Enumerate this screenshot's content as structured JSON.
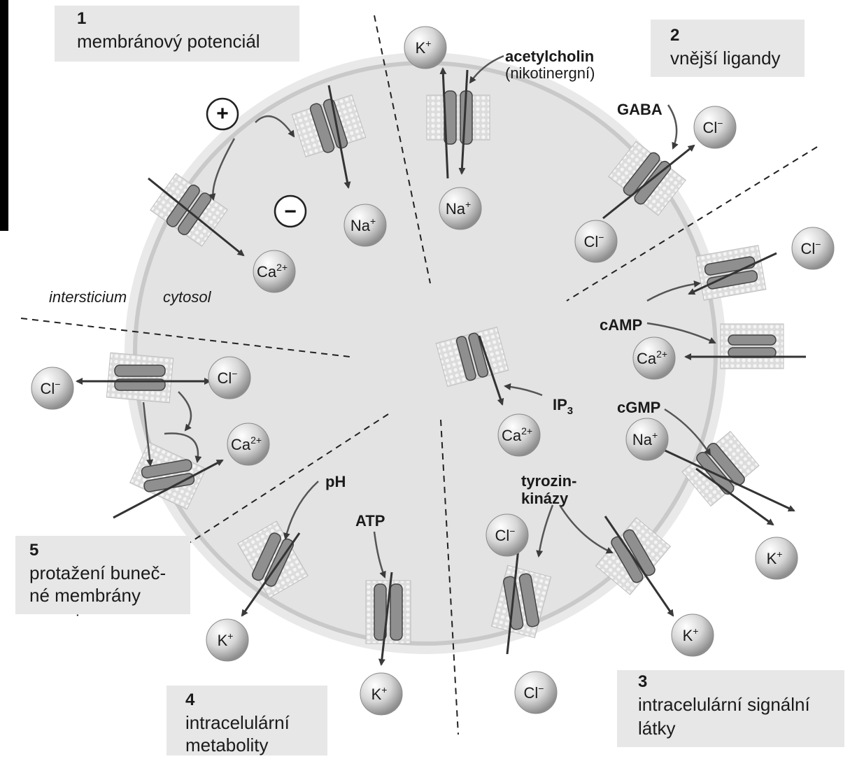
{
  "sections": [
    {
      "number": "1",
      "lines": [
        "membránový potenciál"
      ]
    },
    {
      "number": "2",
      "lines": [
        "vnější ligandy"
      ]
    },
    {
      "number": "3",
      "lines": [
        "intracelulární signální",
        "látky"
      ]
    },
    {
      "number": "4",
      "lines": [
        "intracelulární",
        "metabolity"
      ]
    },
    {
      "number": "5",
      "lines": [
        "protažení buneč-",
        "né membrány"
      ]
    }
  ],
  "labels": {
    "acetylcholin": "acetylcholin",
    "nikotinergni": "(nikotinergní)",
    "gaba": "GABA",
    "camp": "cAMP",
    "cgmp": "cGMP",
    "ip3": "IP",
    "ip3_sub": "3",
    "tyrozin1": "tyrozin-",
    "tyrozin2": "kinázy",
    "ph": "pH",
    "atp": "ATP",
    "intersticium": "intersticium",
    "cytosol": "cytosol",
    "plus": "+",
    "minus": "−"
  },
  "ions": [
    {
      "id": "k-ach",
      "base": "K",
      "charge": "+"
    },
    {
      "id": "na-ach",
      "base": "Na",
      "charge": "+"
    },
    {
      "id": "na-1",
      "base": "Na",
      "charge": "+"
    },
    {
      "id": "ca-1",
      "base": "Ca",
      "charge": "2+"
    },
    {
      "id": "cl-gaba-out",
      "base": "Cl",
      "charge": "−"
    },
    {
      "id": "cl-gaba-in",
      "base": "Cl",
      "charge": "−"
    },
    {
      "id": "cl-camp",
      "base": "Cl",
      "charge": "−"
    },
    {
      "id": "ca-camp",
      "base": "Ca",
      "charge": "2+"
    },
    {
      "id": "ca-ip3",
      "base": "Ca",
      "charge": "2+"
    },
    {
      "id": "na-cgmp",
      "base": "Na",
      "charge": "+"
    },
    {
      "id": "k-cgmp",
      "base": "K",
      "charge": "+"
    },
    {
      "id": "cl-tyr-in",
      "base": "Cl",
      "charge": "−"
    },
    {
      "id": "cl-tyr-out",
      "base": "Cl",
      "charge": "−"
    },
    {
      "id": "k-tyr",
      "base": "K",
      "charge": "+"
    },
    {
      "id": "k-ph",
      "base": "K",
      "charge": "+"
    },
    {
      "id": "k-atp",
      "base": "K",
      "charge": "+"
    },
    {
      "id": "cl-5-out",
      "base": "Cl",
      "charge": "−"
    },
    {
      "id": "cl-5-in",
      "base": "Cl",
      "charge": "−"
    },
    {
      "id": "ca-5",
      "base": "Ca",
      "charge": "2+"
    }
  ]
}
